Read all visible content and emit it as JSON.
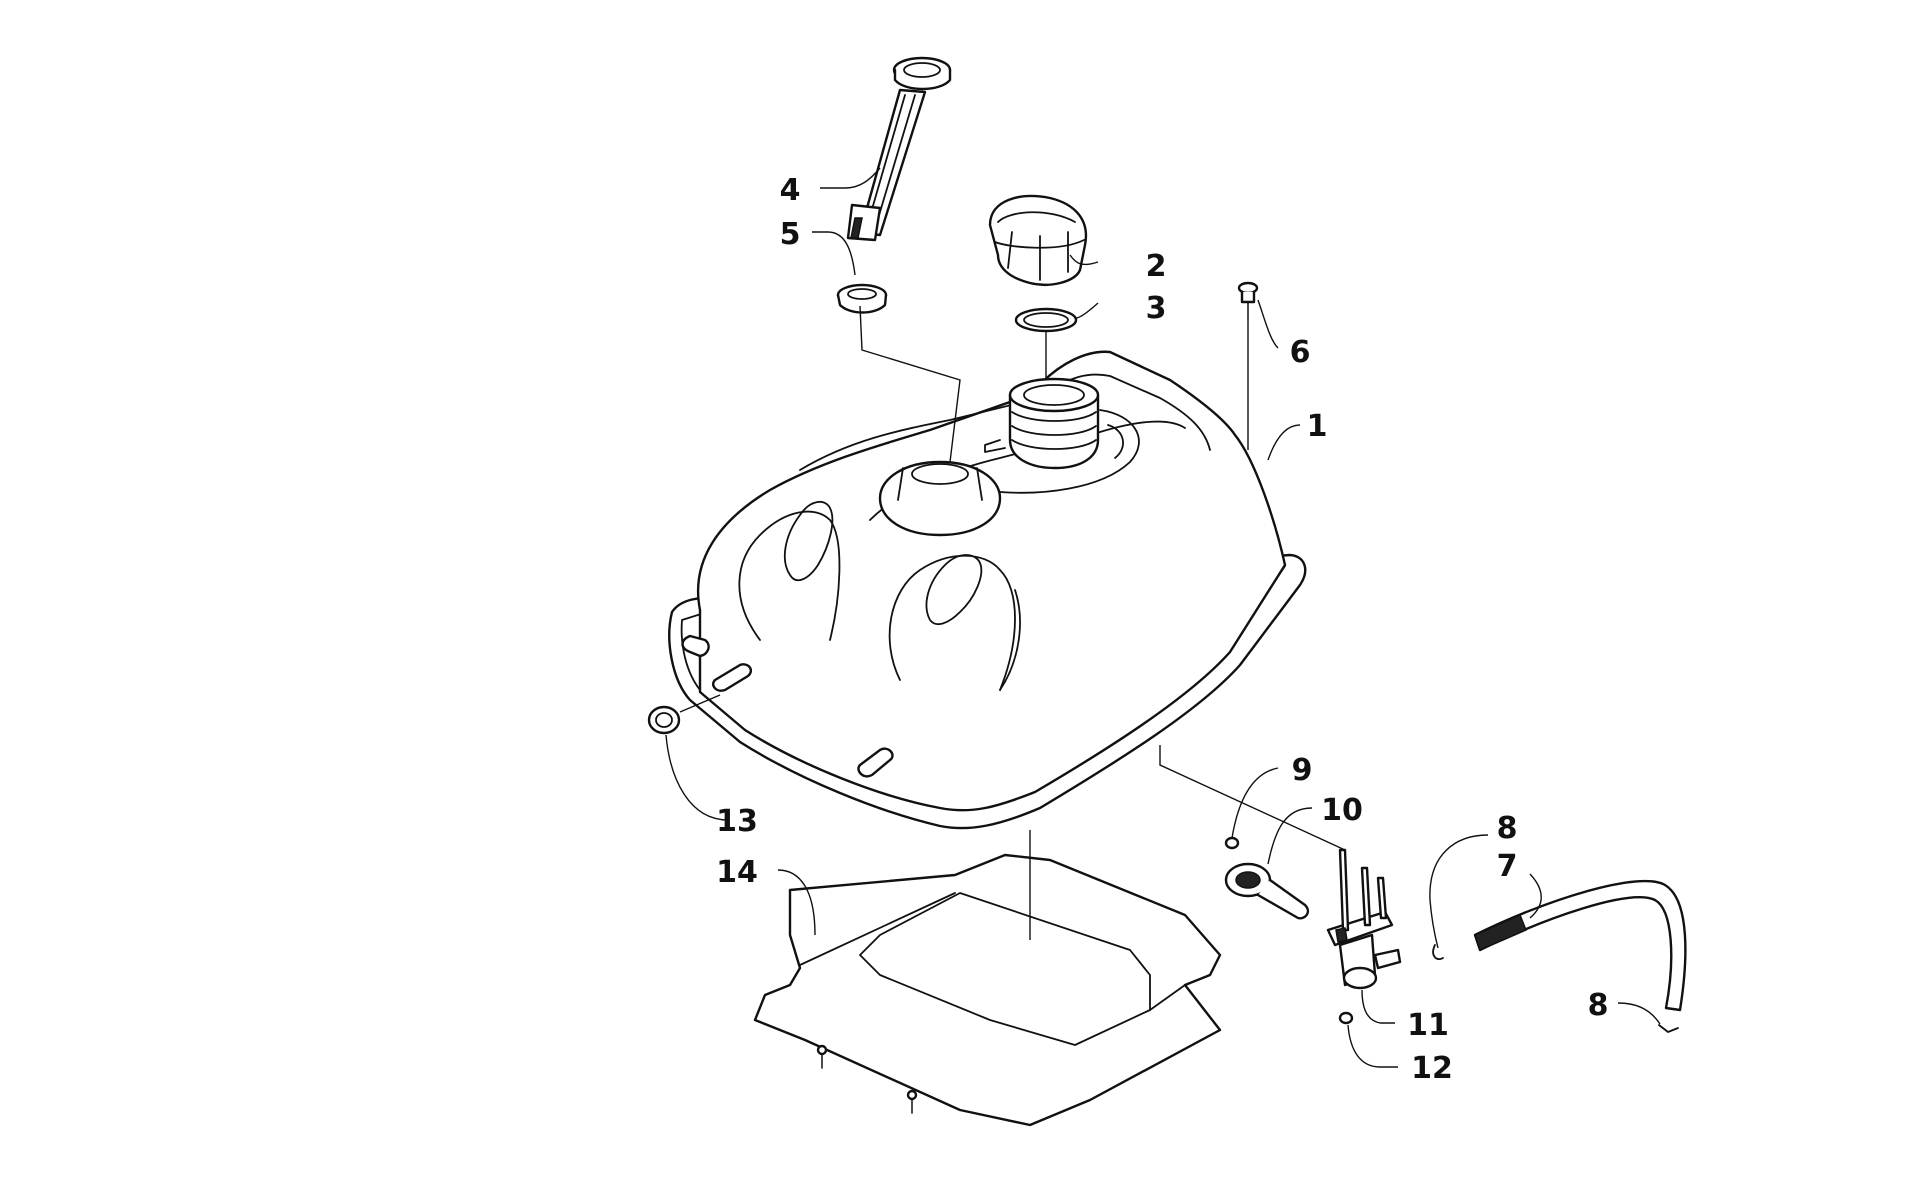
{
  "diagram": {
    "callouts": [
      {
        "id": "c1",
        "label": "1"
      },
      {
        "id": "c2",
        "label": "2"
      },
      {
        "id": "c3",
        "label": "3"
      },
      {
        "id": "c4",
        "label": "4"
      },
      {
        "id": "c5",
        "label": "5"
      },
      {
        "id": "c6",
        "label": "6"
      },
      {
        "id": "c7",
        "label": "7"
      },
      {
        "id": "c8a",
        "label": "8"
      },
      {
        "id": "c8b",
        "label": "8"
      },
      {
        "id": "c9",
        "label": "9"
      },
      {
        "id": "c10",
        "label": "10"
      },
      {
        "id": "c11",
        "label": "11"
      },
      {
        "id": "c12",
        "label": "12"
      },
      {
        "id": "c13",
        "label": "13"
      },
      {
        "id": "c14",
        "label": "14"
      }
    ]
  },
  "colors": {
    "ink": "#111111",
    "background": "#ffffff"
  }
}
